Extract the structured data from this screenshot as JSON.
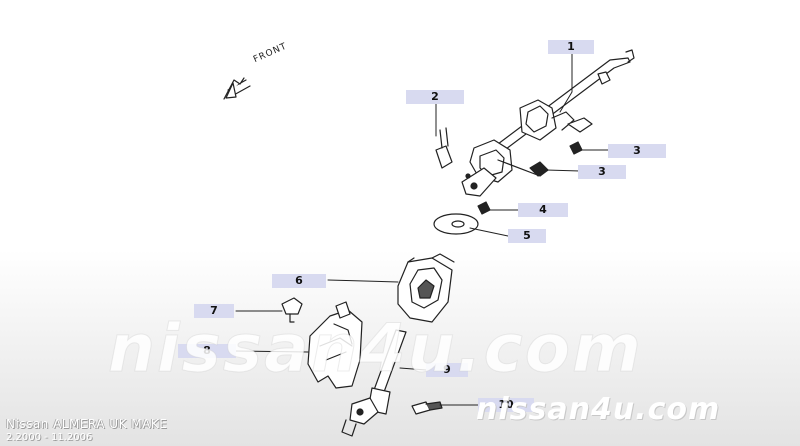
{
  "orientation": {
    "label": "FRONT"
  },
  "callouts": [
    {
      "number": "1"
    },
    {
      "number": "2"
    },
    {
      "number": "3"
    },
    {
      "number": "3"
    },
    {
      "number": "4"
    },
    {
      "number": "5"
    },
    {
      "number": "6"
    },
    {
      "number": "7"
    },
    {
      "number": "8"
    },
    {
      "number": "9"
    },
    {
      "number": "10"
    }
  ],
  "watermark": {
    "text": "nissan4u.com"
  },
  "brand": {
    "text": "nissan4u.com"
  },
  "model": {
    "title": "Nissan ALMERA UK MAKE",
    "range": "2.2000 - 11.2006"
  },
  "colors": {
    "callout_bg": "#d8daf0",
    "line": "#222222",
    "background_bottom": "#e3e3e3"
  }
}
